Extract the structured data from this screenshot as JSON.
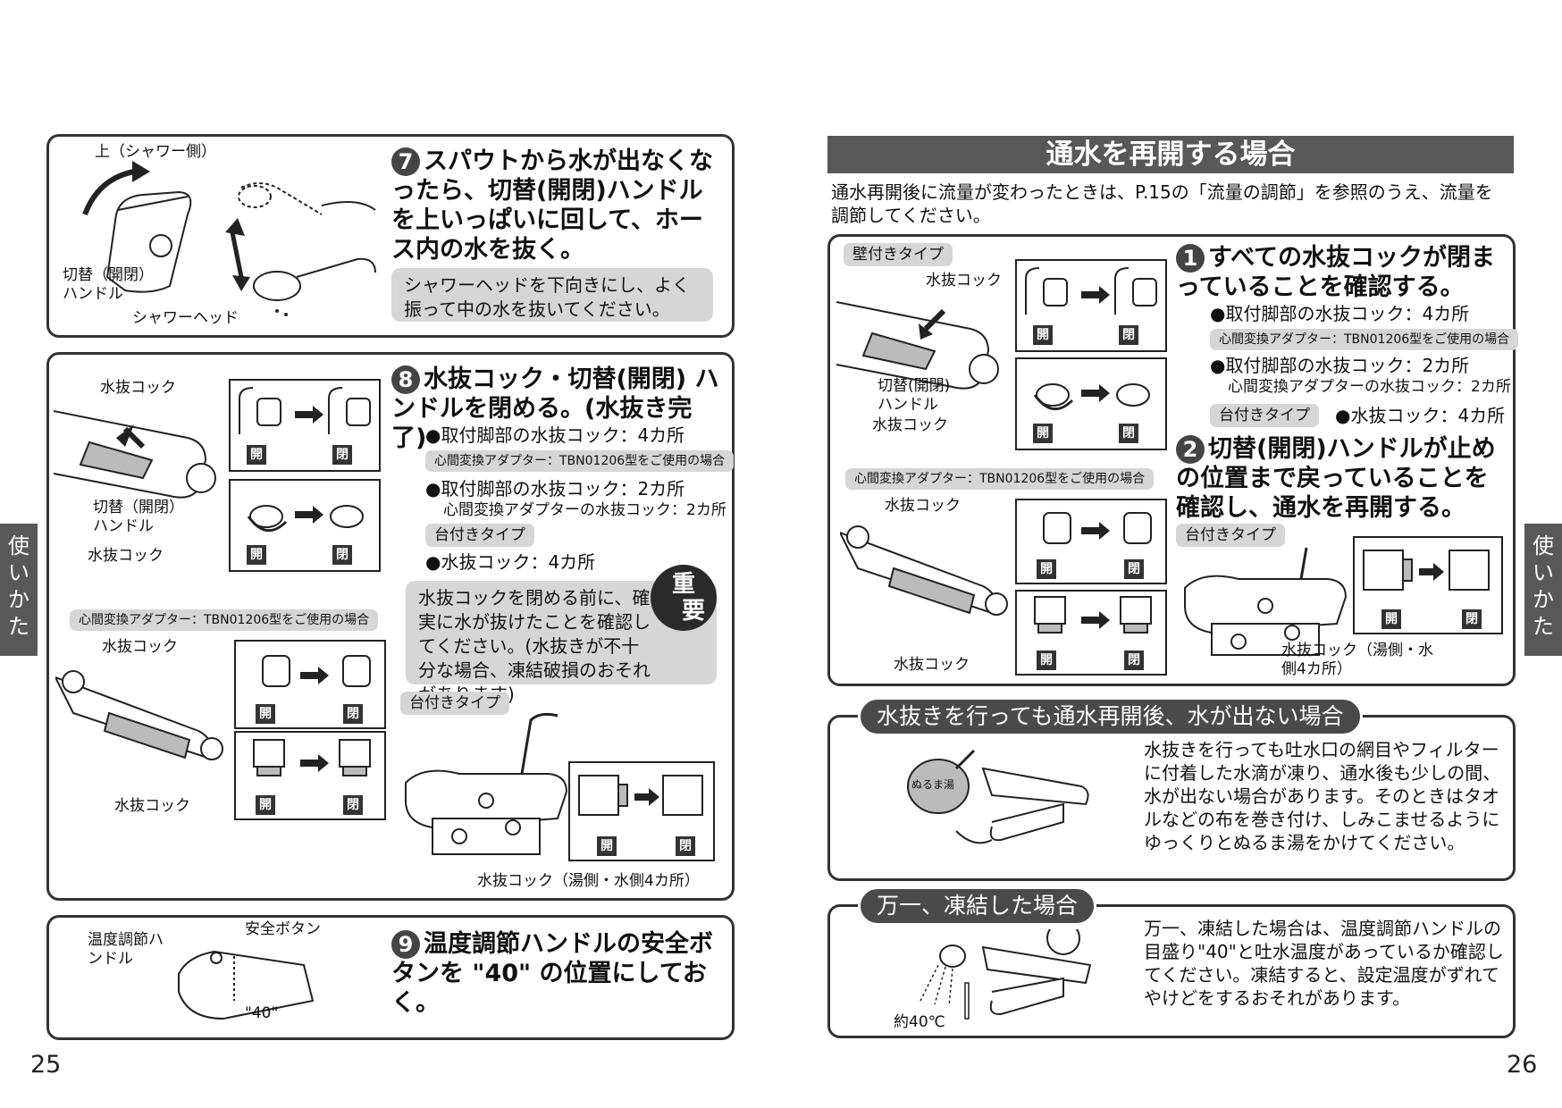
{
  "left_page": {
    "page_number": "25",
    "side_tab": "使いかた",
    "step7": {
      "num": "7",
      "title": "スパウトから水が出なくなったら、切替(開閉)ハンドルを上いっぱいに回して、ホース内の水を抜く。",
      "note": "シャワーヘッドを下向きにし、よく振って中の水を抜いてください。",
      "labels": {
        "top": "上（シャワー側）",
        "handle": "切替（開閉）ハンドル",
        "shower_head": "シャワーヘッド"
      }
    },
    "step8": {
      "num": "8",
      "title": "水抜コック・切替(開閉) ハンドルを閉める。(水抜き完了)",
      "bullet1": "●取付脚部の水抜コック：4カ所",
      "tag_adapter": "心間変換アダプター：TBN01206型をご使用の場合",
      "bullet2": "●取付脚部の水抜コック：2カ所",
      "bullet2_sub": "心間変換アダプターの水抜コック：2カ所",
      "tag_deck": "台付きタイプ",
      "bullet3": "●水抜コック：4カ所",
      "important_note": "水抜コックを閉める前に、確実に水が抜けたことを確認してください。(水抜きが不十分な場合、凍結破損のおそれがあります)",
      "important_badge_1": "重",
      "important_badge_2": "要",
      "labels": {
        "drain_cock": "水抜コック",
        "handle": "切替（開閉）ハンドル",
        "drain_cock2": "水抜コック",
        "adapter_tag": "心間変換アダプター：TBN01206型をご使用の場合",
        "drain_cock3": "水抜コック",
        "drain_cock4": "水抜コック",
        "deck_tag": "台付きタイプ",
        "deck_drain": "水抜コック（湯側・水側4カ所）",
        "open": "開",
        "close": "閉"
      }
    },
    "step9": {
      "num": "9",
      "title": "温度調節ハンドルの安全ボタンを \"40\" の位置にしておく。",
      "labels": {
        "temp_handle": "温度調節ハンドル",
        "safety_button": "安全ボタン",
        "forty": "\"40\""
      }
    }
  },
  "right_page": {
    "page_number": "26",
    "side_tab": "使いかた",
    "section_title": "通水を再開する場合",
    "intro": "通水再開後に流量が変わったときは、P.15の「流量の調節」を参照のうえ、流量を調節してください。",
    "tag_wall": "壁付きタイプ",
    "step1": {
      "num": "1",
      "title": "すべての水抜コックが閉まっていることを確認する。",
      "bullet1": "●取付脚部の水抜コック：4カ所",
      "tag_adapter": "心間変換アダプター：TBN01206型をご使用の場合",
      "bullet2": "●取付脚部の水抜コック：2カ所",
      "bullet2_sub": "心間変換アダプターの水抜コック：2カ所",
      "tag_deck": "台付きタイプ",
      "bullet3": "●水抜コック：4カ所"
    },
    "step2": {
      "num": "2",
      "title": "切替(開閉)ハンドルが止めの位置まで戻っていることを確認し、通水を再開する。",
      "tag_deck": "台付きタイプ"
    },
    "illus_labels": {
      "drain_cock": "水抜コック",
      "handle": "切替(開閉)ハンドル",
      "drain_cock2": "水抜コック",
      "adapter_tag": "心間変換アダプター：TBN01206型をご使用の場合",
      "drain_cock3": "水抜コック",
      "drain_cock4": "水抜コック",
      "deck_drain": "水抜コック（湯側・水側4カ所）",
      "open": "開",
      "close": "閉"
    },
    "no_water": {
      "header": "水抜きを行っても通水再開後、水が出ない場合",
      "text": "水抜きを行っても吐水口の網目やフィルターに付着した水滴が凍り、通水後も少しの間、水が出ない場合があります。そのときはタオルなどの布を巻き付け、しみこませるようにゆっくりとぬるま湯をかけてください。",
      "kettle_label": "ぬるま湯"
    },
    "frozen": {
      "header": "万一、凍結した場合",
      "text": "万一、凍結した場合は、温度調節ハンドルの目盛り\"40\"と吐水温度があっているか確認してください。凍結すると、設定温度がずれてやけどをするおそれがあります。",
      "temp_label": "約40℃"
    }
  }
}
